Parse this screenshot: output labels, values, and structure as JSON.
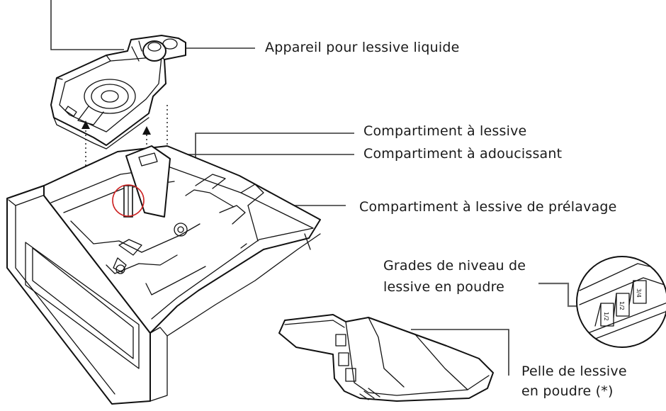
{
  "labels": {
    "liquid_device": "Appareil pour lessive liquide",
    "detergent_compartment": "Compartiment à lessive",
    "softener_compartment": "Compartiment à adoucissant",
    "prewash_compartment": "Compartiment à lessive de prélavage",
    "level_grades_line1": "Grades de niveau de",
    "level_grades_line2": "lessive en poudre",
    "scoop_line1": "Pelle de lessive",
    "scoop_line2": "en poudre (*)"
  },
  "scale_marks": [
    "1/2",
    "1/2",
    "3/4"
  ],
  "colors": {
    "line": "#111111",
    "leader": "#333333",
    "highlight_circle": "#cc2222",
    "text": "#1a1a1a"
  }
}
